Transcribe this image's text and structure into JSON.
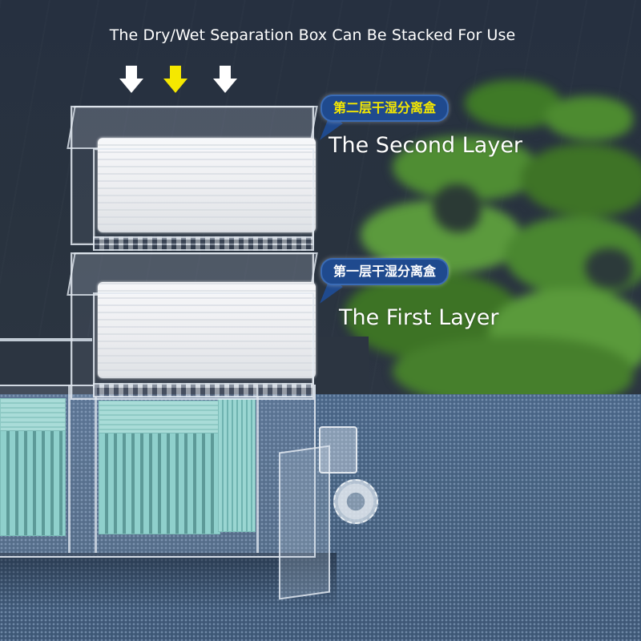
{
  "headline": "The Dry/Wet Separation Box Can Be Stacked For Use",
  "arrows": [
    {
      "icon": "down-arrow-icon",
      "color": "#ffffff"
    },
    {
      "icon": "down-arrow-icon",
      "color": "#f5e800"
    },
    {
      "icon": "down-arrow-icon",
      "color": "#ffffff"
    }
  ],
  "layers": {
    "second": {
      "bubble_text": "第二层干湿分离盒",
      "bubble_text_color": "#f5e800",
      "label": "The Second Layer"
    },
    "first": {
      "bubble_text": "第一层干湿分离盒",
      "bubble_text_color": "#ffffff",
      "label": "The First Layer"
    }
  },
  "colors": {
    "background": "#27303d",
    "table": "#46617f",
    "bubble_fill": "#1f4a8e",
    "bio_media": "#8fd0cc",
    "plant": "#4e8a2e"
  }
}
